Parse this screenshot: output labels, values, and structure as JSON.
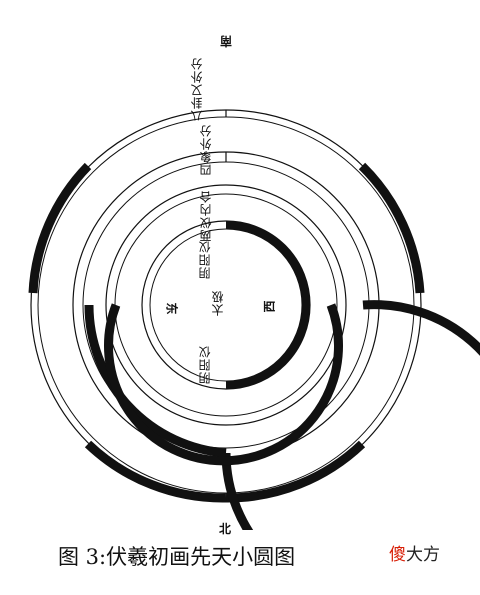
{
  "diagram": {
    "direction_south": "南",
    "direction_north": "北",
    "direction_east": "东",
    "direction_west": "西",
    "ring_outer_label": "八卦又外分",
    "ring_four_label": "四象外分",
    "ring_two_label": "两仪内合",
    "ring_inner_top_label": "阴阳仪",
    "ring_inner_bottom_label": "阴阳仪",
    "center_label": "太极"
  },
  "caption": {
    "text": "图 3:伏羲初画先天小圆图",
    "watermark_a": "傻",
    "watermark_b": "大方"
  }
}
